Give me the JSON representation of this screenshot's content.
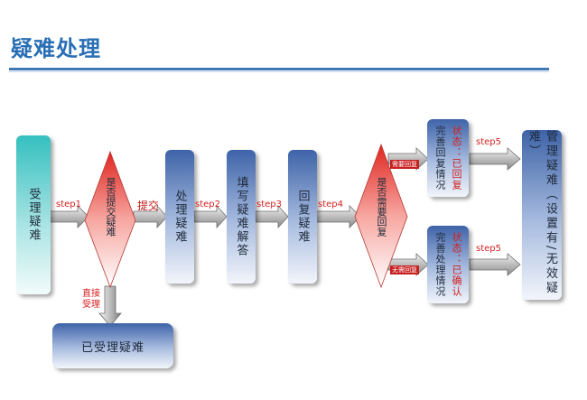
{
  "page_title": "疑难处理",
  "boxes": {
    "accept": "受理疑难",
    "process": "处理疑难",
    "fill": "填写疑难解答",
    "reply": "回复疑难",
    "done_accept": "已受理疑难",
    "manage": "管理疑难（设置有/无效疑难）",
    "complete_reply_prefix": "完善回复情况",
    "complete_reply_status": "状态：已回复",
    "complete_process_prefix": "完善处理情况",
    "complete_process_status": "状态：已确认"
  },
  "decisions": {
    "submit": "是否提交疑难",
    "need_reply": "是否需要回复"
  },
  "edge_labels": {
    "step1": "step1",
    "submit": "提交",
    "step2": "step2",
    "step3": "step3",
    "step4": "step4",
    "step5a": "step5",
    "step5b": "step5",
    "direct": "直接受理",
    "need": "需要回复",
    "no_need": "无需回复"
  },
  "colors": {
    "title": "#2a6fb5",
    "accent_red": "#d62020",
    "box_blue": "#3e63a8",
    "box_teal": "#35bfbf"
  }
}
